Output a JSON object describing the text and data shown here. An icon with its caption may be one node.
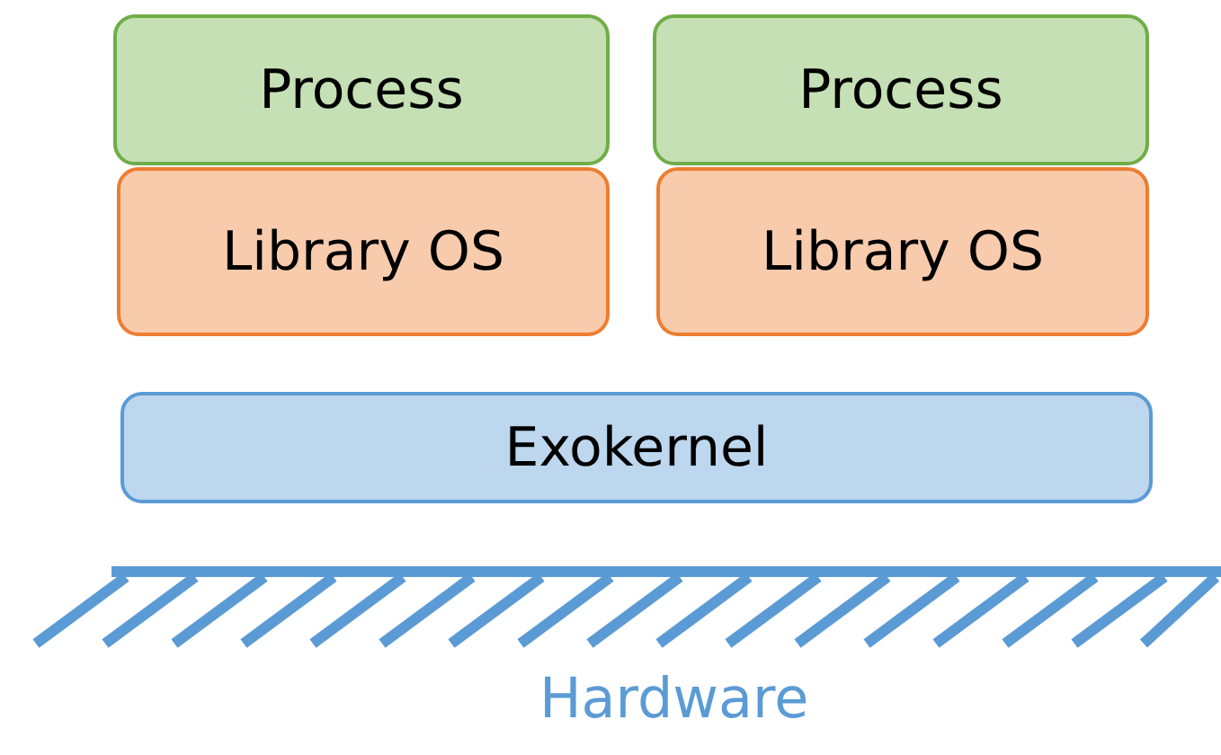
{
  "diagram": {
    "nodes": [
      {
        "text": [
          "Process"
        ]
      },
      {
        "text": [
          "Library OS"
        ]
      },
      {
        "text": [
          "Process"
        ]
      },
      {
        "text": [
          "Library OS"
        ]
      },
      {
        "text": [
          "Exokernel"
        ]
      },
      {
        "text": [
          "Hardware"
        ]
      }
    ],
    "edges": []
  }
}
